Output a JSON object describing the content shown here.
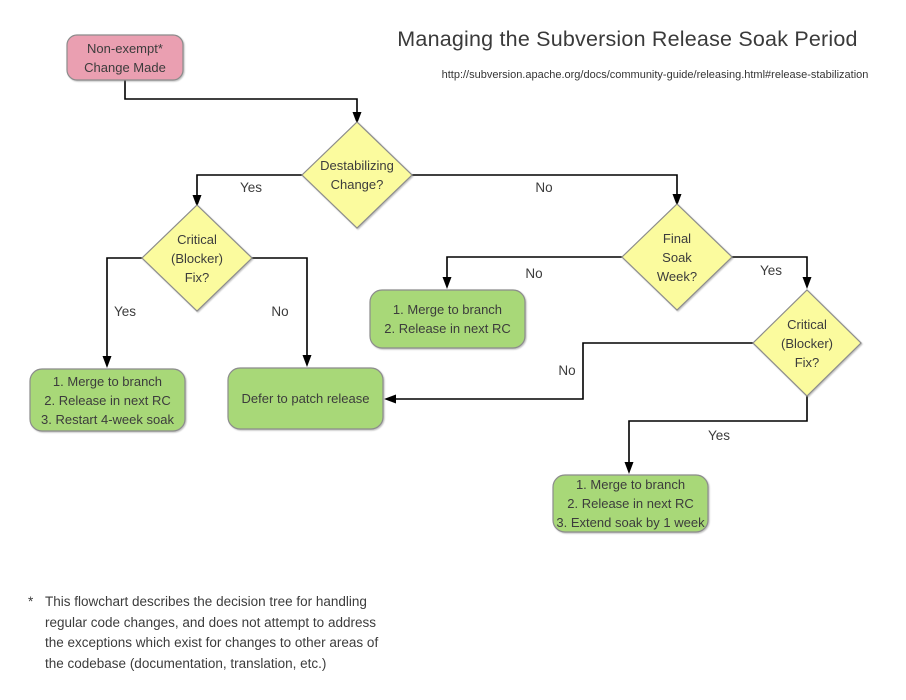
{
  "title": "Managing the Subversion Release Soak Period",
  "subtitle": "http://subversion.apache.org/docs/community-guide/releasing.html#release-stabilization",
  "colors": {
    "start_fill": "#ea9fb1",
    "decision_fill": "#fbfb9e",
    "action_fill": "#a8d878",
    "node_border": "#8c8c8c",
    "line": "#000000"
  },
  "nodes": {
    "start": {
      "text": "Non-exempt*\nChange Made"
    },
    "destabilizing": {
      "text": "Destabilizing\nChange?"
    },
    "critical_left": {
      "text": "Critical\n(Blocker)\nFix?"
    },
    "final_soak": {
      "text": "Final\nSoak\nWeek?"
    },
    "critical_right": {
      "text": "Critical\n(Blocker)\nFix?"
    },
    "merge_restart": {
      "text": "1. Merge to branch\n2. Release in next RC\n3. Restart 4-week soak"
    },
    "defer": {
      "text": "Defer to patch release"
    },
    "merge_next_rc": {
      "text": "1. Merge to branch\n2. Release in next RC"
    },
    "merge_extend": {
      "text": "1. Merge to branch\n2. Release in next RC\n3. Extend soak by 1 week"
    }
  },
  "edge_labels": {
    "destabilizing_yes": "Yes",
    "destabilizing_no": "No",
    "critical_left_yes": "Yes",
    "critical_left_no": "No",
    "final_soak_no": "No",
    "final_soak_yes": "Yes",
    "critical_right_no": "No",
    "critical_right_yes": "Yes"
  },
  "footnote": {
    "marker": "*",
    "text": "This flowchart describes the decision tree for handling\nregular code changes, and does not attempt to address\nthe exceptions which exist for changes to other areas of\nthe codebase (documentation, translation, etc.)"
  }
}
